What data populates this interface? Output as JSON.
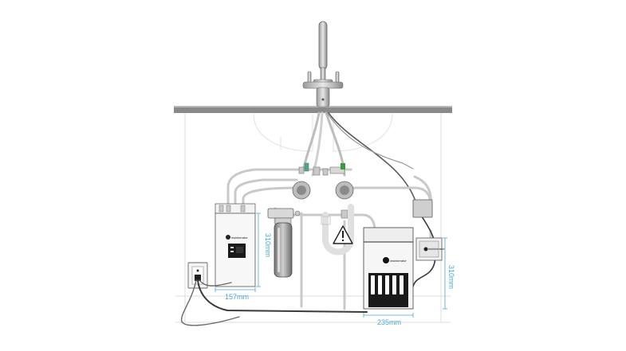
{
  "dimensions": {
    "tank_height": "310mm",
    "tank_width": "157mm",
    "boiler_width": "235mm",
    "filter_height": "310mm"
  },
  "brand": {
    "logo_text": "insinkerator",
    "logo_small": "insinkerator"
  },
  "colors": {
    "dimension": "#4aa9d6",
    "outline": "#555555",
    "cable": "#3a3a3a",
    "counter": "#8a8a8a"
  }
}
